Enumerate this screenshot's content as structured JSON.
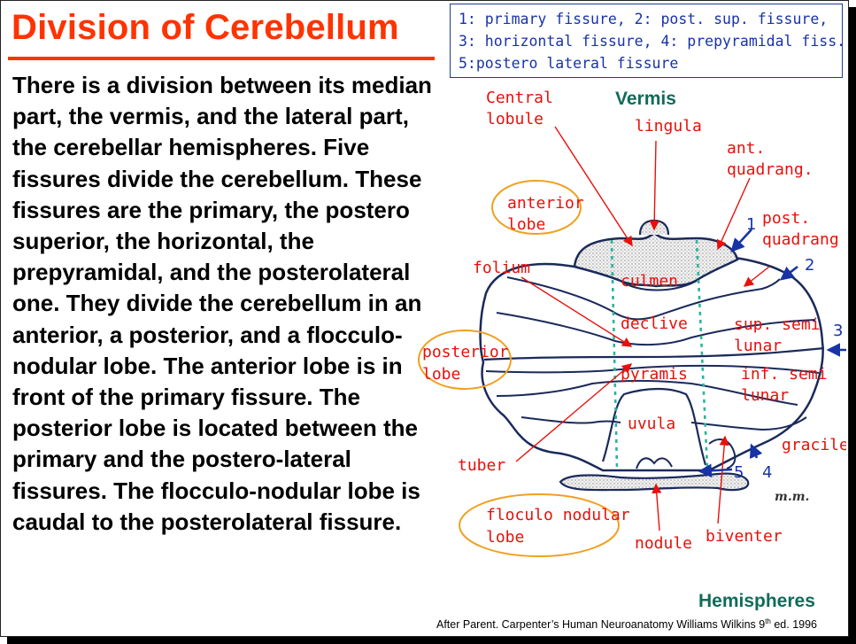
{
  "title": "Division of Cerebellum",
  "body": "There is a division between its median part, the vermis, and the lateral part, the cerebellar hemispheres. Five fissures divide the cerebellum. These fissures are the primary, the postero superior, the horizontal, the prepyramidal, and the  posterolateral one. They divide the cerebellum in an anterior, a posterior, and a flocculo-nodular lobe. The anterior lobe is in front of the primary fissure. The posterior lobe is located between the primary and the postero-lateral fissures. The flocculo-nodular lobe is caudal to the posterolateral fissure.",
  "legend": [
    "1: primary fissure, 2: post. sup. fissure,",
    "3: horizontal fissure, 4: prepyramidal fiss.",
    "5:postero lateral fissure"
  ],
  "diagram": {
    "vermis": "Vermis",
    "hemispheres": "Hemispheres",
    "labels": {
      "central_lobule": [
        "Central",
        "lobule"
      ],
      "lingula": "lingula",
      "ant_quadrang": [
        "ant.",
        "quadrang."
      ],
      "post_quadrang": [
        "post.",
        "quadrang"
      ],
      "anterior_lobe": [
        "anterior",
        "lobe"
      ],
      "folium": "folium",
      "culmen": "culmen",
      "declive": "declive",
      "sup_semi_lunar": [
        "sup. semi",
        "lunar"
      ],
      "inf_semi_lunar": [
        "inf. semi",
        "lunar"
      ],
      "posterior_lobe": [
        "posterior",
        "lobe"
      ],
      "pyramis": "pyramis",
      "uvula": "uvula",
      "gracile": "gracile",
      "tuber": "tuber",
      "floculo_nodular_lobe": [
        "floculo nodular",
        "lobe"
      ],
      "nodule": "nodule",
      "biventer": "biventer"
    },
    "fissure_numbers": [
      "1",
      "2",
      "3",
      "4",
      "5"
    ],
    "signature": "m.m."
  },
  "citation": {
    "before_sup": "After Parent. Carpenter’s Human Neuroanatomy Williams Wilkins  9",
    "sup": "th",
    "after_sup": " ed. 1996"
  },
  "colors": {
    "title": "#ff3300",
    "label_red": "#e8100a",
    "label_blue": "#1733a6",
    "label_green": "#126b5a",
    "lobe_outline": "#f0a020",
    "vermis_dashes": "#2fb39a"
  }
}
